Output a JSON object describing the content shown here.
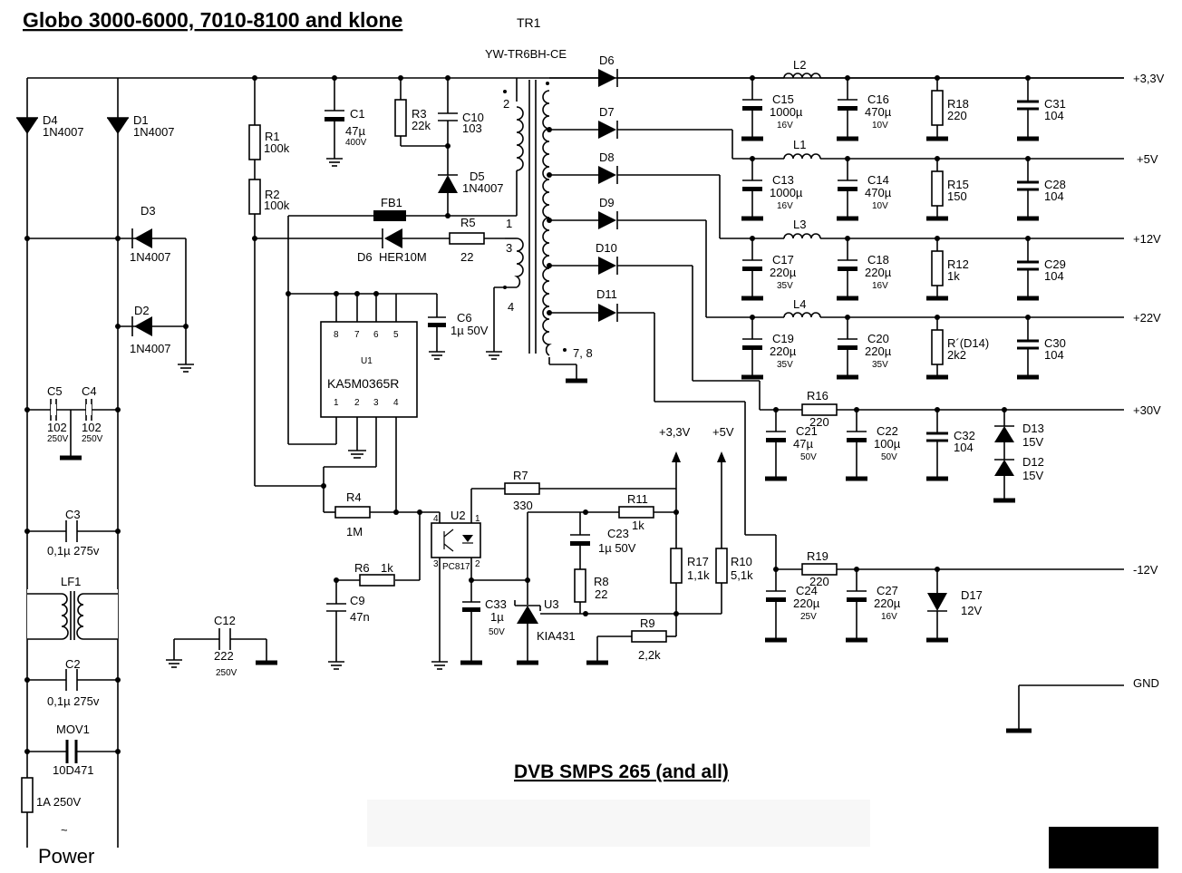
{
  "title": "Globo 3000-6000, 7010-8100 and klone",
  "transformer": {
    "ref": "TR1",
    "part": "YW-TR6BH-CE",
    "pins": [
      "2",
      "1",
      "3",
      "4",
      "7, 8"
    ]
  },
  "ic": {
    "ref": "U1",
    "part": "KA5M0365R",
    "pins_top": [
      "8",
      "7",
      "6",
      "5"
    ],
    "pins_bottom": [
      "1",
      "2",
      "3",
      "4"
    ]
  },
  "components": {
    "D4": [
      "D4",
      "1N4007"
    ],
    "D1": [
      "D1",
      "1N4007"
    ],
    "D3": [
      "D3",
      "1N4007"
    ],
    "D2": [
      "D2",
      "1N4007"
    ],
    "C5": [
      "C5",
      "102",
      "250V"
    ],
    "C4": [
      "C4",
      "102",
      "250V"
    ],
    "C3": [
      "C3",
      "0,1µ 275v"
    ],
    "LF1": [
      "LF1"
    ],
    "C2": [
      "C2",
      "0,1µ 275v"
    ],
    "MOV1": [
      "MOV1",
      "10D471"
    ],
    "FUSE": [
      "1A 250V"
    ],
    "C12": [
      "C12",
      "222",
      "250V"
    ],
    "R1": [
      "R1",
      "100k"
    ],
    "R2": [
      "R2",
      "100k"
    ],
    "C1": [
      "C1",
      "47µ",
      "400V"
    ],
    "R3": [
      "R3",
      "22k"
    ],
    "C10": [
      "C10",
      "103"
    ],
    "D5": [
      "D5",
      "1N4007"
    ],
    "FB1": [
      "FB1"
    ],
    "D6a": [
      "D6",
      "HER10M"
    ],
    "R5": [
      "R5",
      "22"
    ],
    "C6": [
      "C6",
      "1µ 50V"
    ],
    "R4": [
      "R4",
      "1M"
    ],
    "R6": [
      "R6",
      "1k"
    ],
    "C9": [
      "C9",
      "47n"
    ],
    "U2": [
      "U2",
      "PC817",
      "4",
      "1",
      "3",
      "2"
    ],
    "R7": [
      "R7",
      "330"
    ],
    "R11": [
      "R11",
      "1k"
    ],
    "C23": [
      "C23",
      "1µ 50V"
    ],
    "R8": [
      "R8",
      "22"
    ],
    "C33": [
      "C33",
      "1µ",
      "50V"
    ],
    "U3": [
      "U3",
      "KIA431"
    ],
    "R17": [
      "R17",
      "1,1k"
    ],
    "R10": [
      "R10",
      "5,1k"
    ],
    "R9": [
      "R9",
      "2,2k"
    ],
    "D6": [
      "D6"
    ],
    "D7": [
      "D7"
    ],
    "D8": [
      "D8"
    ],
    "D9": [
      "D9"
    ],
    "D10": [
      "D10"
    ],
    "D11": [
      "D11"
    ],
    "L2": [
      "L2"
    ],
    "L1": [
      "L1"
    ],
    "L3": [
      "L3"
    ],
    "L4": [
      "L4"
    ],
    "C15": [
      "C15",
      "1000µ",
      "16V"
    ],
    "C16": [
      "C16",
      "470µ",
      "10V"
    ],
    "R18": [
      "R18",
      "220"
    ],
    "C31": [
      "C31",
      "104"
    ],
    "C13": [
      "C13",
      "1000µ",
      "16V"
    ],
    "C14": [
      "C14",
      "470µ",
      "10V"
    ],
    "R15": [
      "R15",
      "150"
    ],
    "C28": [
      "C28",
      "104"
    ],
    "C17": [
      "C17",
      "220µ",
      "35V"
    ],
    "C18": [
      "C18",
      "220µ",
      "16V"
    ],
    "R12": [
      "R12",
      "1k"
    ],
    "C29": [
      "C29",
      "104"
    ],
    "C19": [
      "C19",
      "220µ",
      "35V"
    ],
    "C20": [
      "C20",
      "220µ",
      "35V"
    ],
    "Rq": [
      "R´(D14)",
      "2k2"
    ],
    "C30": [
      "C30",
      "104"
    ],
    "R16": [
      "R16",
      "220"
    ],
    "C21": [
      "C21",
      "47µ",
      "50V"
    ],
    "C22": [
      "C22",
      "100µ",
      "50V"
    ],
    "C32": [
      "C32",
      "104"
    ],
    "D13": [
      "D13",
      "15V"
    ],
    "D12": [
      "D12",
      "15V"
    ],
    "R19": [
      "R19",
      "220"
    ],
    "C24": [
      "C24",
      "220µ",
      "25V"
    ],
    "C27": [
      "C27",
      "220µ",
      "16V"
    ],
    "D17": [
      "D17",
      "12V"
    ]
  },
  "rails": [
    "+3,3V",
    "+5V",
    "+12V",
    "+22V",
    "+30V",
    "-12V",
    "GND"
  ],
  "feedback_refs": [
    "+3,3V",
    "+5V"
  ],
  "power_label": [
    "~",
    "Power"
  ],
  "subtitle": "DVB SMPS 265 (and all)"
}
